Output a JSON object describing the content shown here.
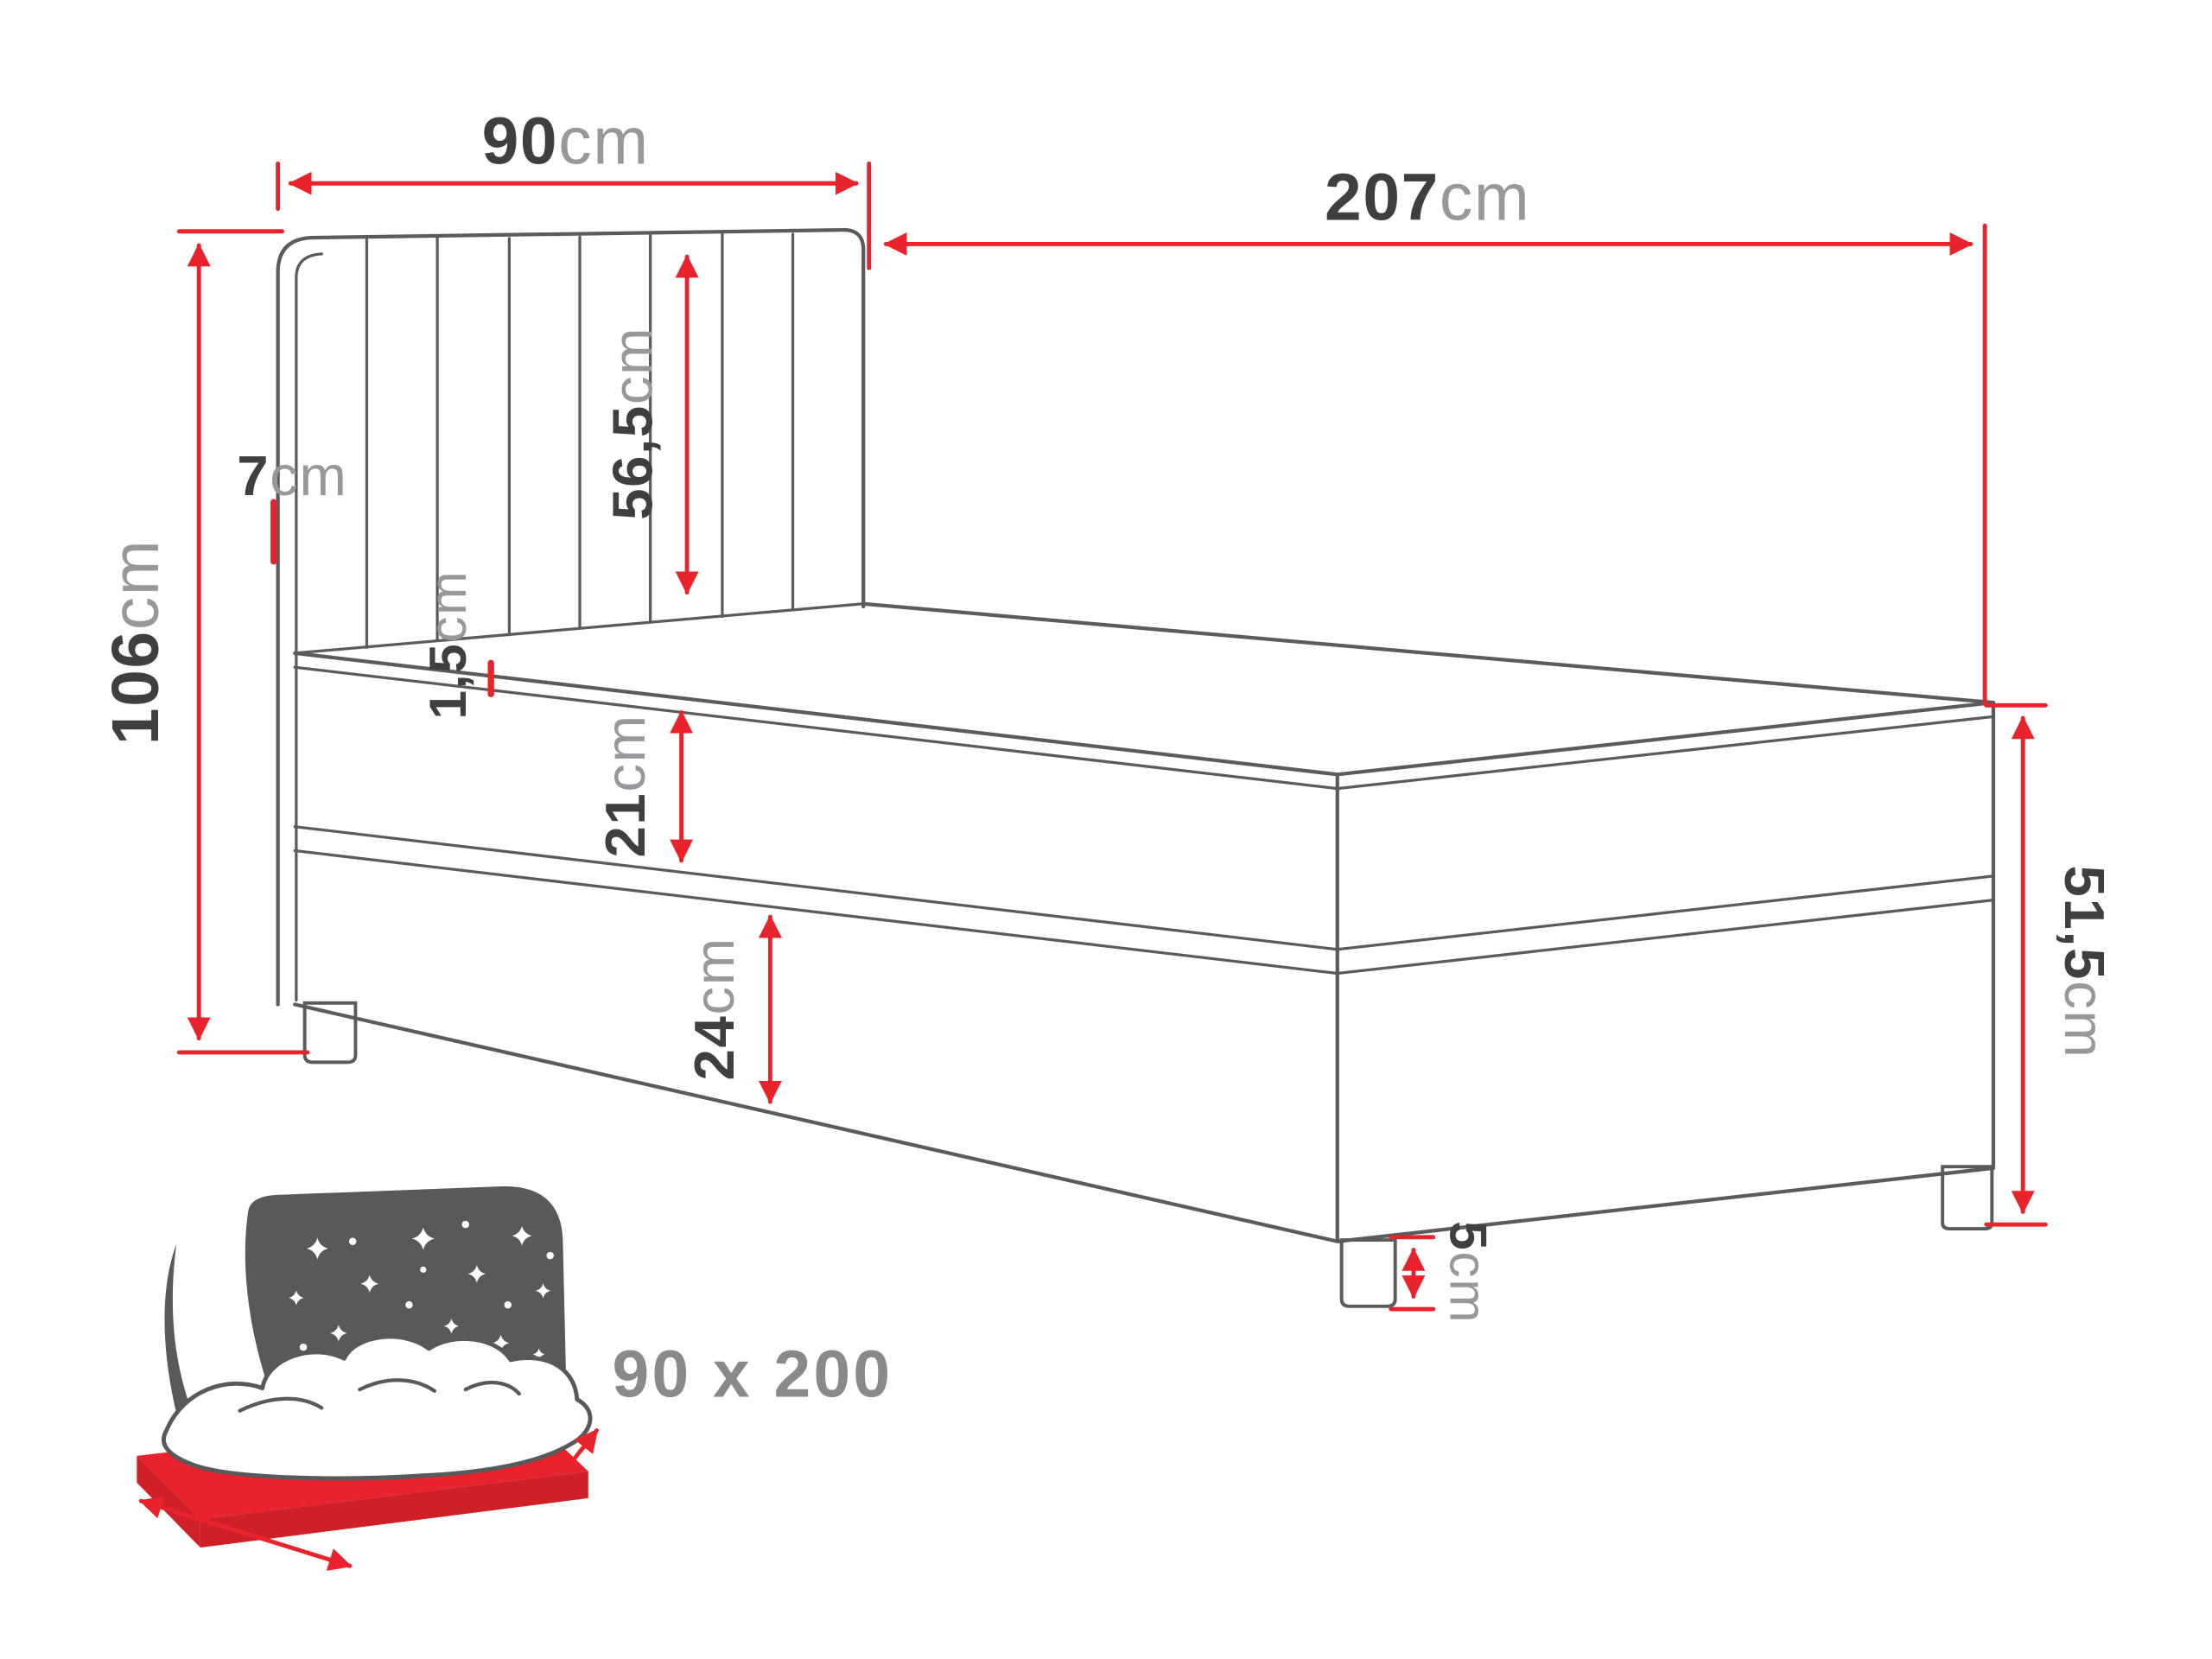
{
  "diagram": {
    "unit": "cm",
    "dimensions": {
      "headboard_width": {
        "value": "90",
        "unit": "cm"
      },
      "total_length": {
        "value": "207",
        "unit": "cm"
      },
      "total_height": {
        "value": "106",
        "unit": "cm"
      },
      "headboard_side": {
        "value": "7",
        "unit": "cm"
      },
      "panel_height": {
        "value": "56,5",
        "unit": "cm"
      },
      "mattress_edge": {
        "value": "1,5",
        "unit": "cm"
      },
      "mattress_height": {
        "value": "21",
        "unit": "cm"
      },
      "base_height": {
        "value": "24",
        "unit": "cm"
      },
      "side_height": {
        "value": "51,5",
        "unit": "cm"
      },
      "leg_height": {
        "value": "5",
        "unit": "cm"
      }
    },
    "logo": {
      "size_label": "90 x 200"
    },
    "colors": {
      "dimension_red": "#e8232c",
      "outline_gray": "#5a5b5d",
      "number_dark": "#3e3f41",
      "unit_gray": "#97989b",
      "logo_gray": "#87898b"
    }
  }
}
